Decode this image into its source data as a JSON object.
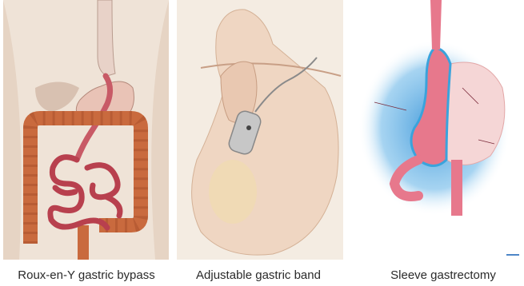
{
  "captions": {
    "bypass": "Roux-en-Y gastric bypass",
    "band": "Adjustable gastric band",
    "sleeve": "Sleeve gastrectomy"
  },
  "colors": {
    "skin": "#efe3d7",
    "colon": "#c96a3e",
    "small_intestine": "#b8404e",
    "stomach": "#f2b8b0",
    "band_device": "#b9b9b9",
    "sleeve_outline": "#3aa3dc",
    "glow": "#2f8fd6",
    "caption_text": "#2a2a2a"
  }
}
